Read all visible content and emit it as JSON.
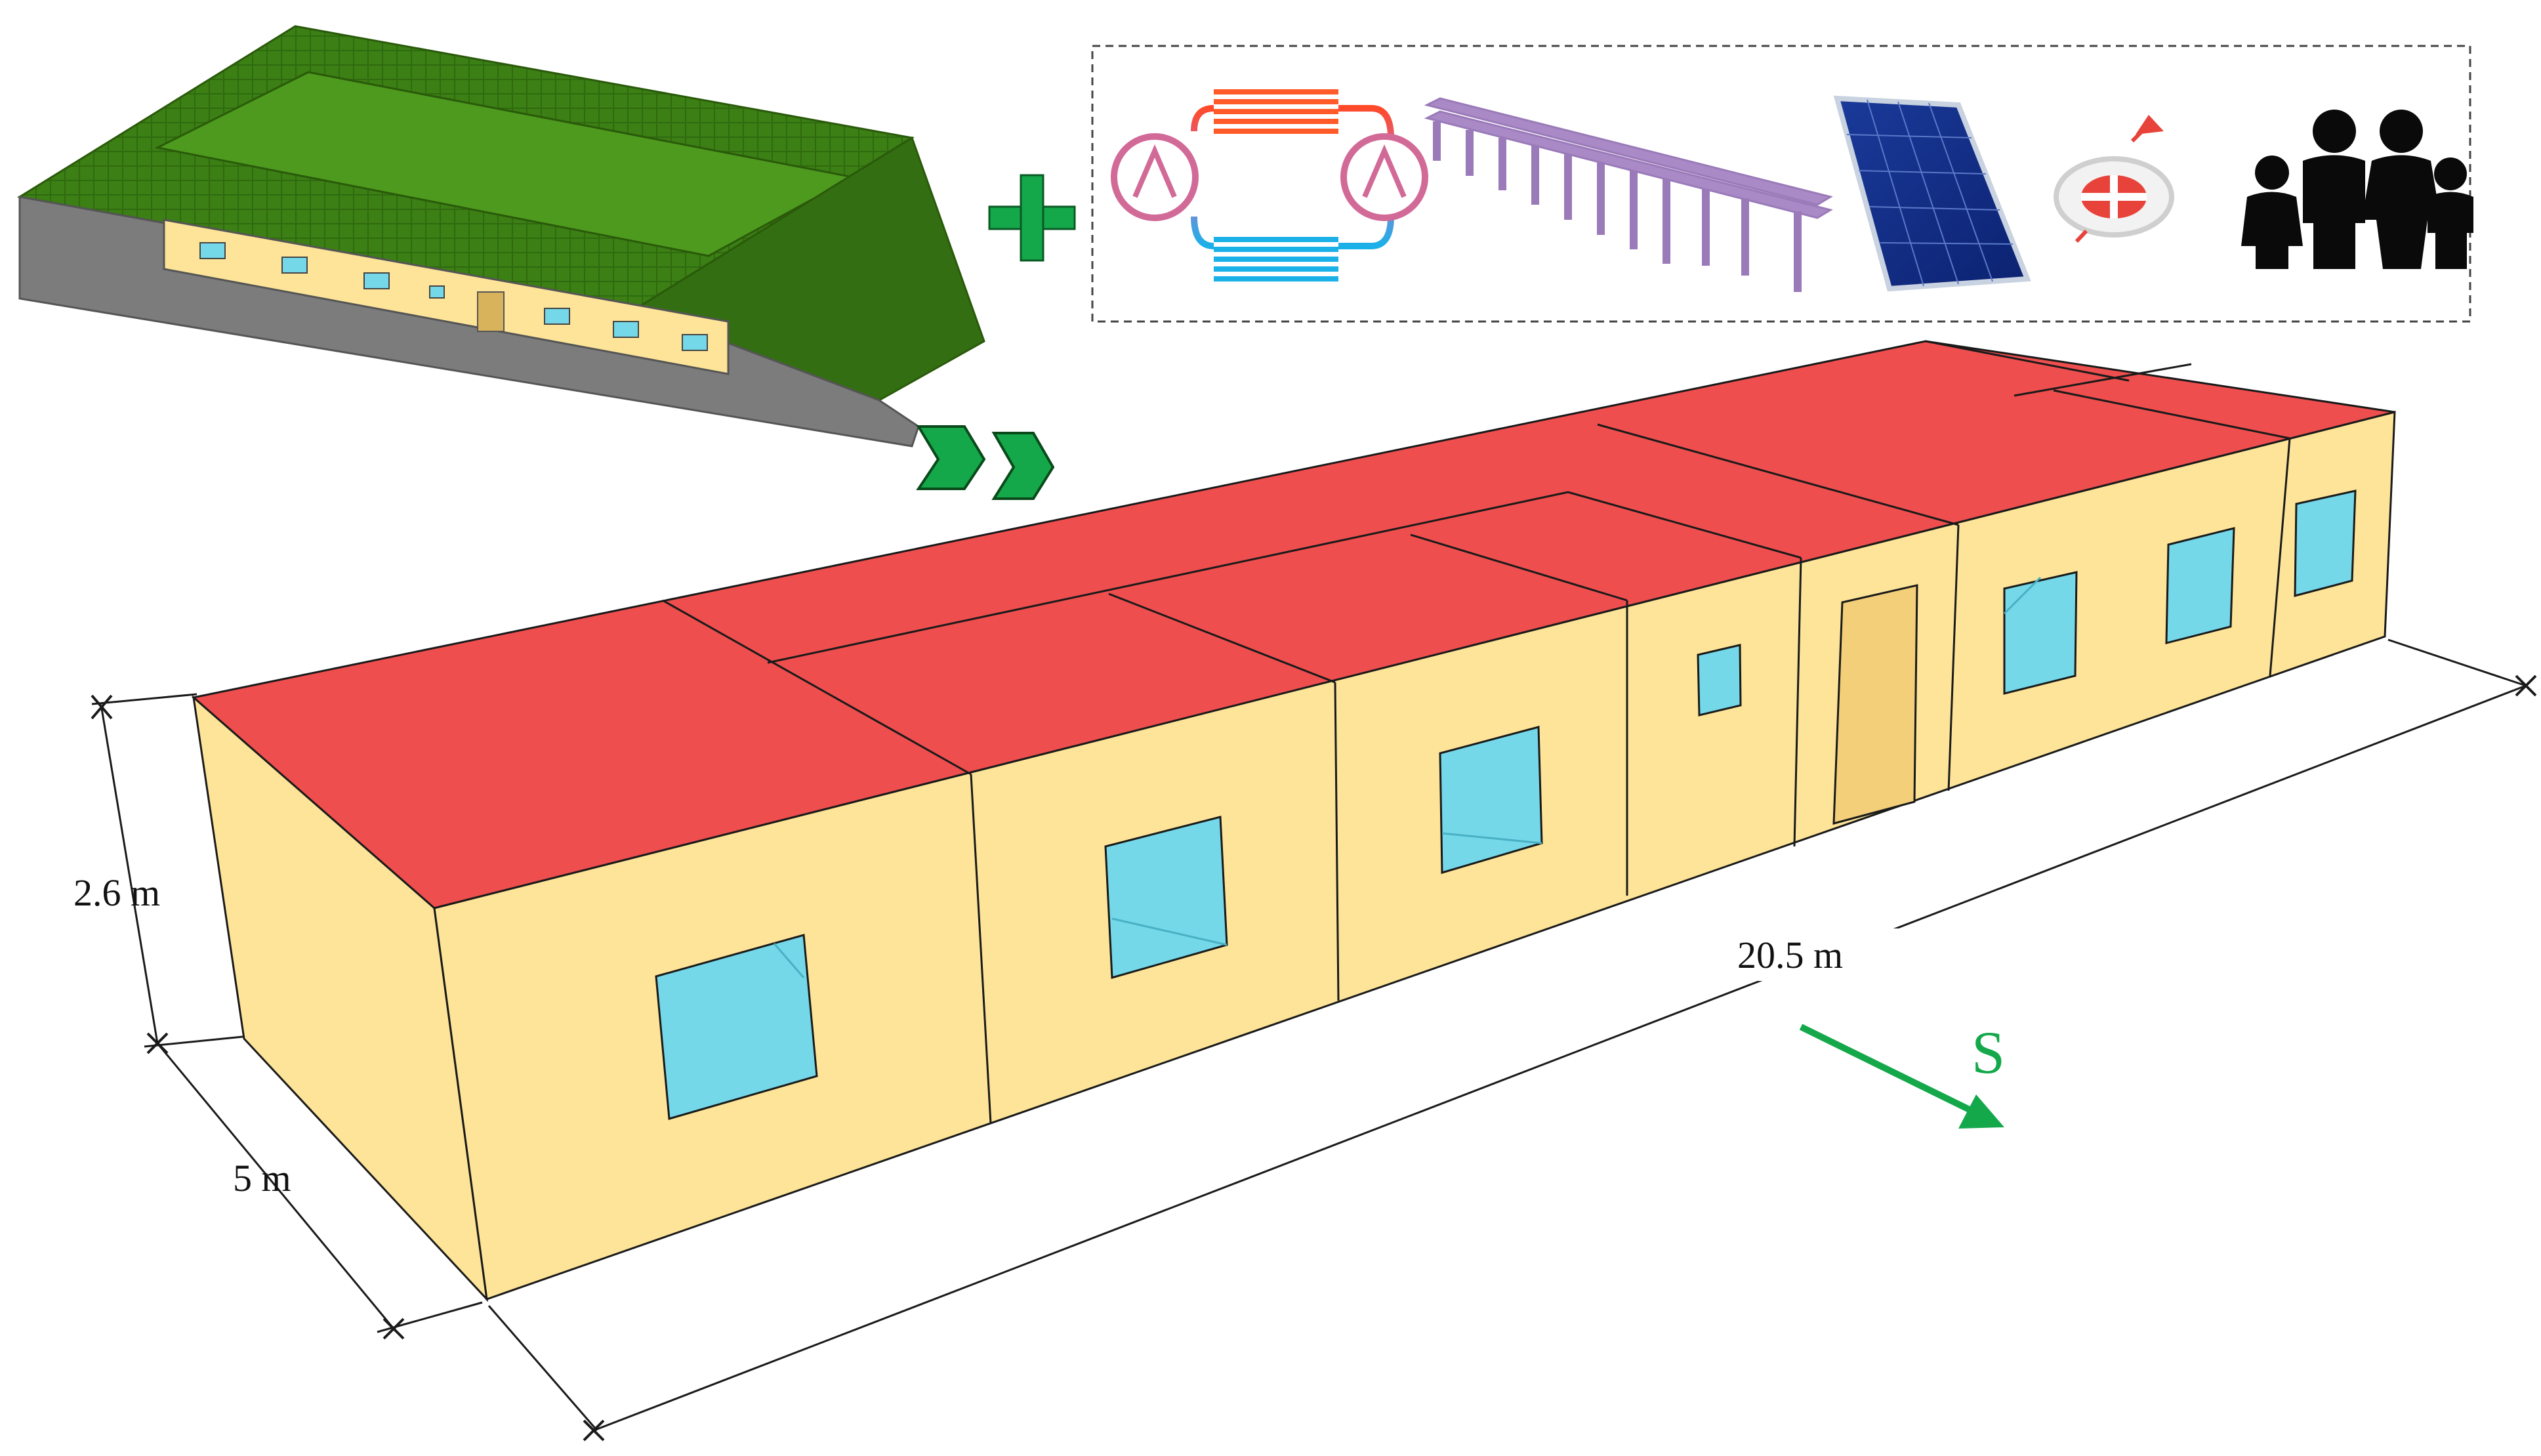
{
  "figure": {
    "dimensions": {
      "height": "2.6 m",
      "depth": "5 m",
      "length": "20.5 m"
    },
    "orientation": {
      "label": "S"
    },
    "inset_icons": [
      "heat-pump-cycle-icon",
      "pergola-structure-icon",
      "solar-panel-icon",
      "compass-icon",
      "family-occupants-icon"
    ],
    "colors": {
      "roof": "#ef4e4e",
      "wall": "#fde498",
      "window": "#74d8e9",
      "door": "#f2cf78",
      "earth_shelter": "#3a7d14",
      "accent_green": "#14a84b"
    }
  }
}
